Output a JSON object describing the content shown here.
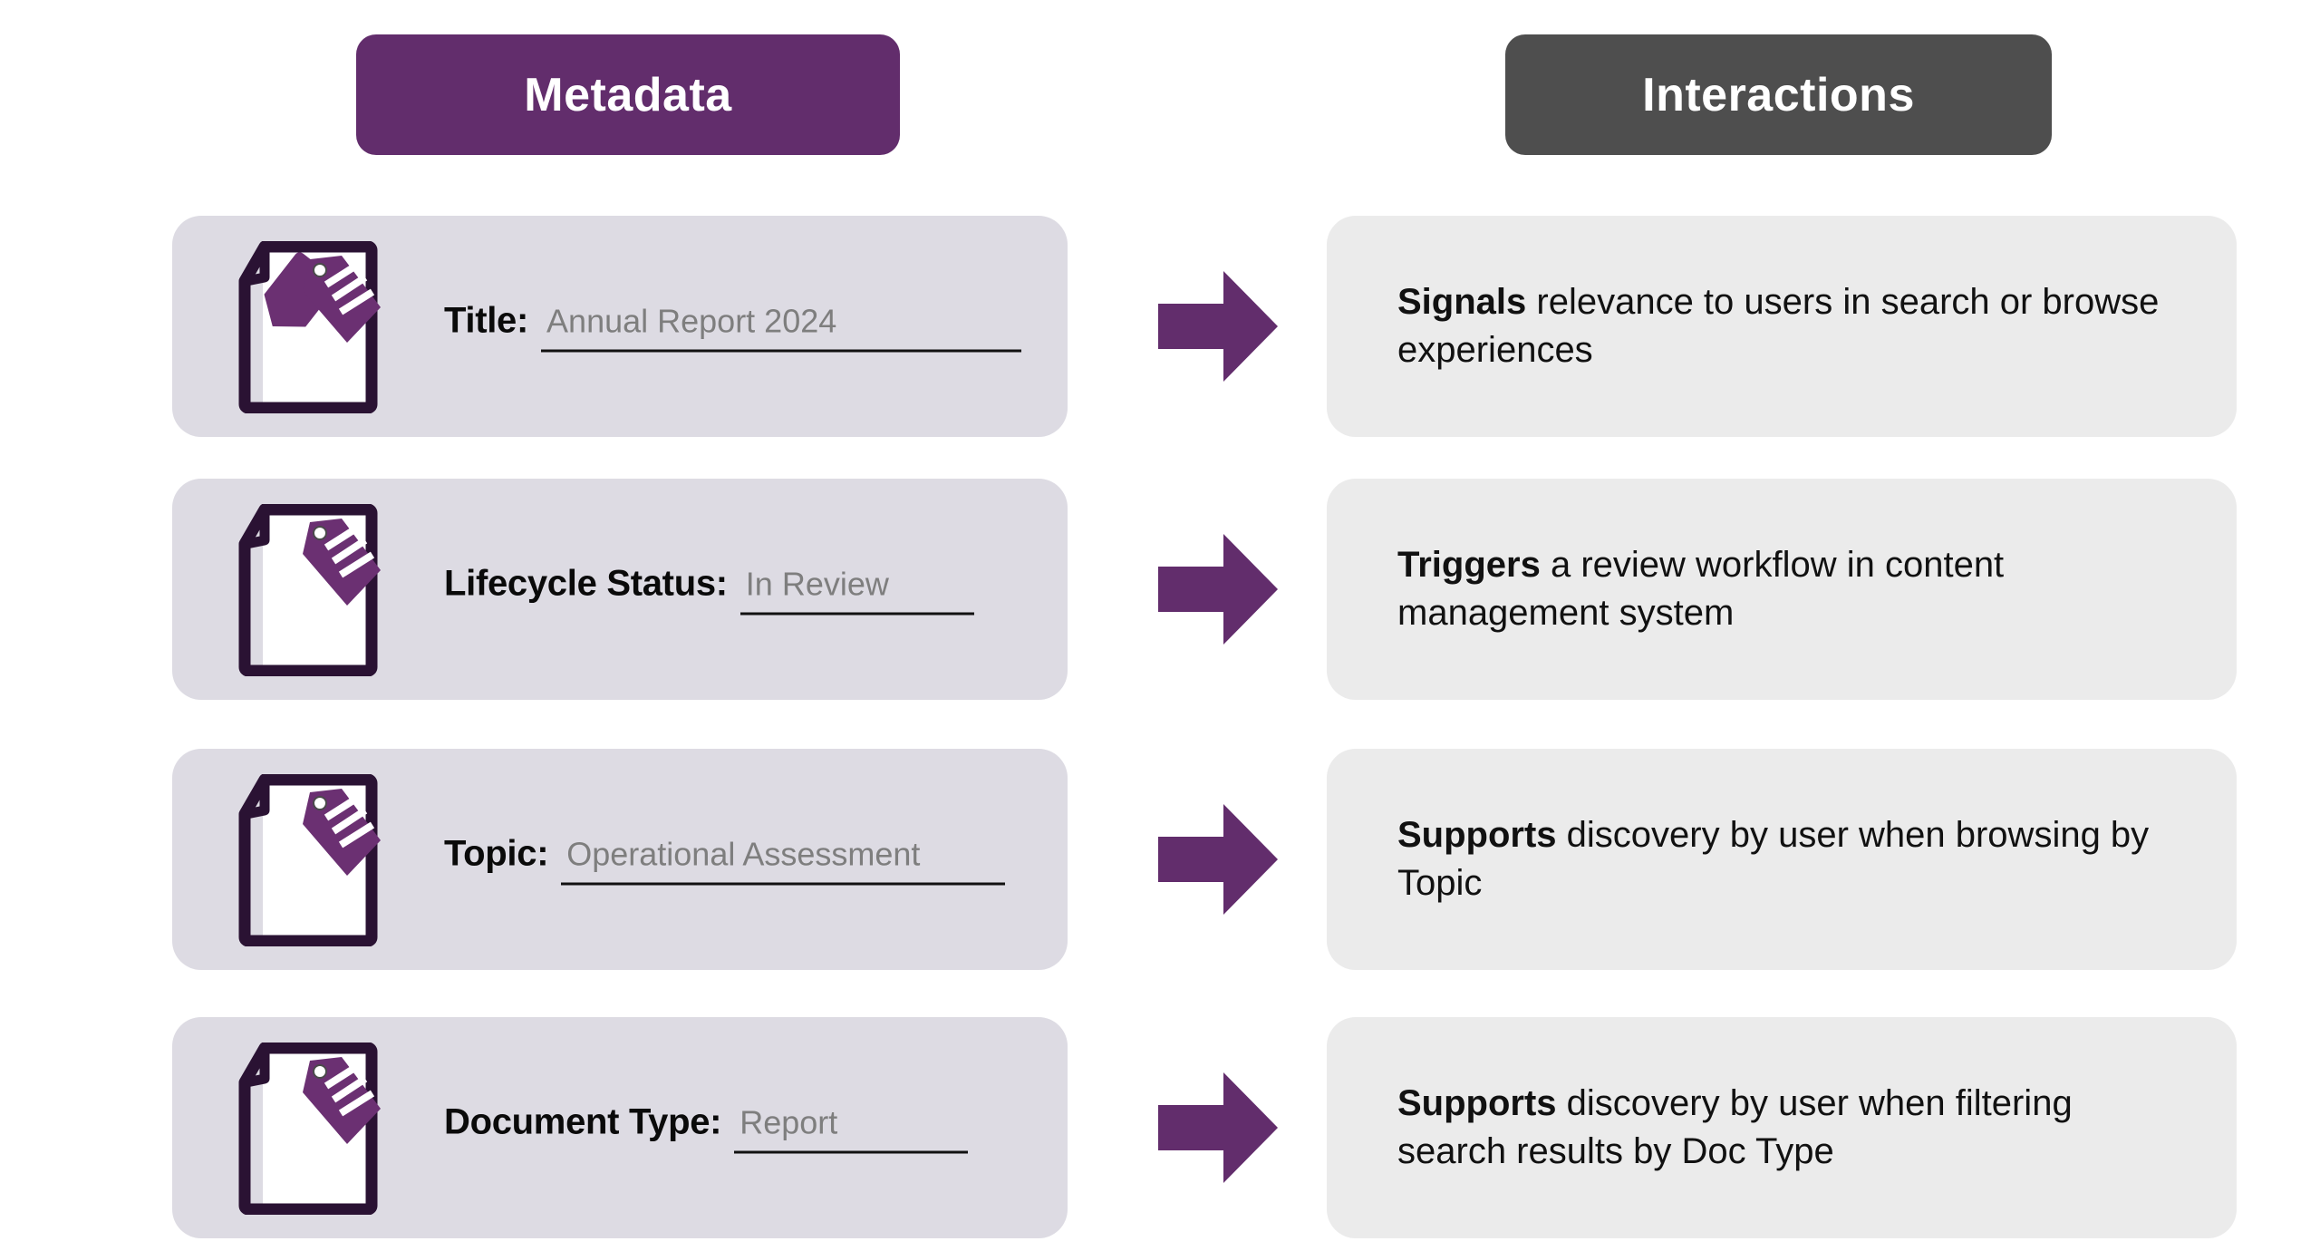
{
  "columns": {
    "metadata_header": "Metadata",
    "interactions_header": "Interactions"
  },
  "colors": {
    "metadata_header_bg": "#622D6C",
    "interactions_header_bg": "#4E4E4E",
    "metadata_card_bg": "#DDDBE3",
    "interactions_card_bg": "#EBEBEB",
    "arrow": "#622D6C",
    "icon_outline": "#2A1233",
    "icon_tag": "#6B3072",
    "label_text": "#0A0A0A",
    "value_text": "#7E7E7E"
  },
  "rows": [
    {
      "icon": "document-tag-icon",
      "label": "Title:",
      "value": "Annual Report 2024",
      "arrow": "right-arrow-icon",
      "interaction_lead": "Signals",
      "interaction_rest": " relevance to users in search or browse experiences"
    },
    {
      "icon": "document-tag-icon",
      "label": "Lifecycle Status:",
      "value": "In Review",
      "arrow": "right-arrow-icon",
      "interaction_lead": "Triggers",
      "interaction_rest": " a review workflow in content management system"
    },
    {
      "icon": "document-tag-icon",
      "label": "Topic:",
      "value": "Operational Assessment",
      "arrow": "right-arrow-icon",
      "interaction_lead": "Supports",
      "interaction_rest": " discovery by user when browsing by Topic"
    },
    {
      "icon": "document-tag-icon",
      "label": "Document Type:",
      "value": "Report",
      "arrow": "right-arrow-icon",
      "interaction_lead": "Supports",
      "interaction_rest": " discovery by user when filtering search results by Doc Type"
    }
  ]
}
